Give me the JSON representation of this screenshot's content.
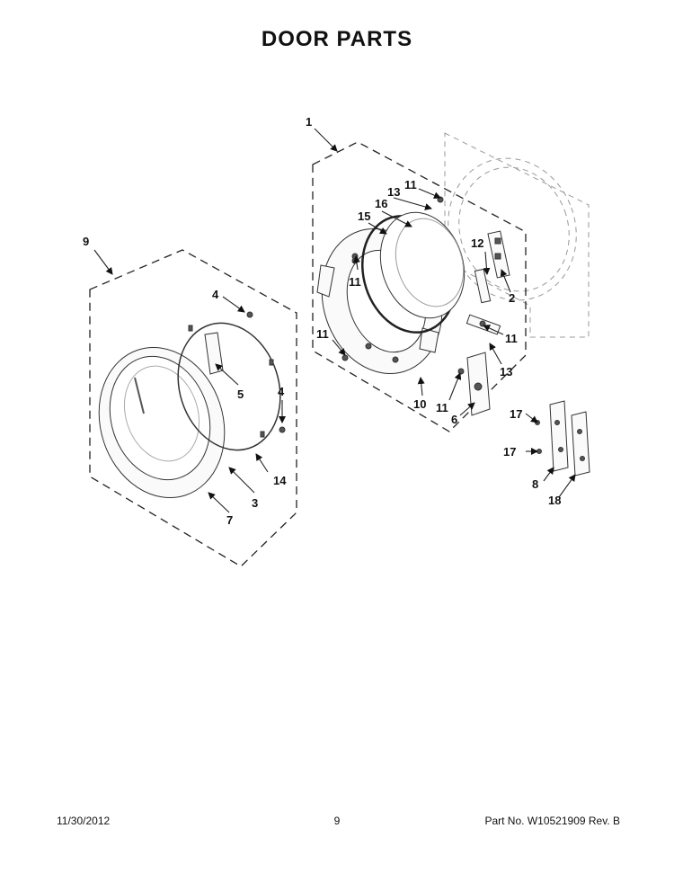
{
  "title": "DOOR PARTS",
  "footer": {
    "date": "11/30/2012",
    "page": "9",
    "part_no": "Part No.  W10521909  Rev.  B"
  },
  "callouts": {
    "c1": "1",
    "c2": "2",
    "c3": "3",
    "c4a": "4",
    "c4b": "4",
    "c5": "5",
    "c6": "6",
    "c7": "7",
    "c8": "8",
    "c9": "9",
    "c10": "10",
    "c11a": "11",
    "c11b": "11",
    "c11c": "11",
    "c11d": "11",
    "c11e": "11",
    "c12": "12",
    "c13a": "13",
    "c13b": "13",
    "c14": "14",
    "c15": "15",
    "c16": "16",
    "c17a": "17",
    "c17b": "17",
    "c18": "18"
  }
}
